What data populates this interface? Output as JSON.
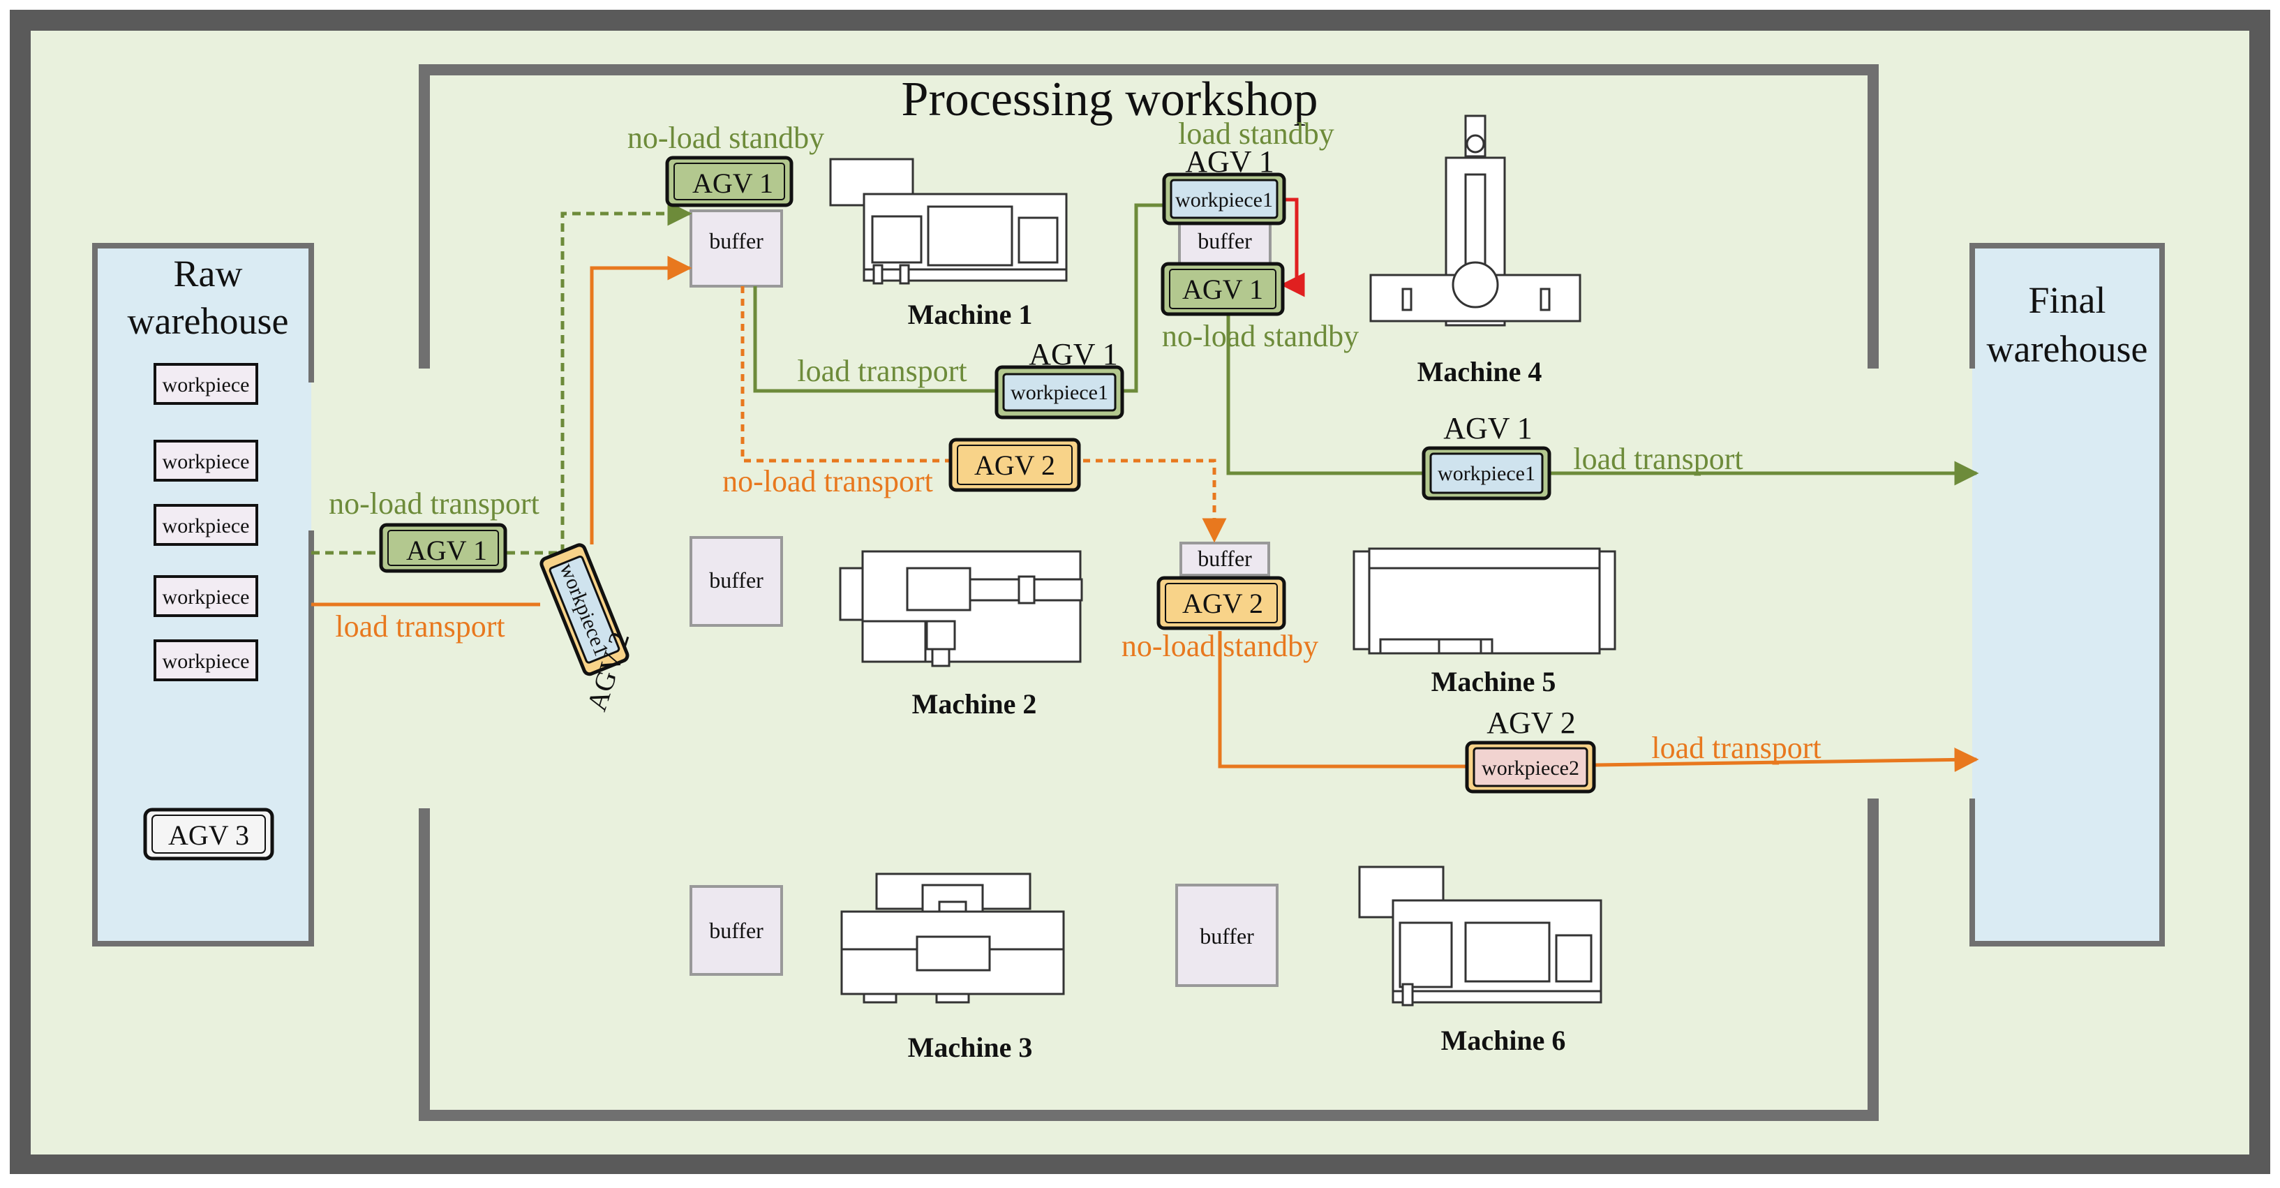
{
  "workshop": {
    "title": "Processing workshop"
  },
  "warehouses": {
    "raw": {
      "line1": "Raw",
      "line2": "warehouse"
    },
    "final": {
      "line1": "Final",
      "line2": "warehouse"
    }
  },
  "raw_workpieces": [
    "workpiece",
    "workpiece",
    "workpiece",
    "workpiece",
    "workpiece"
  ],
  "machines": [
    "Machine 1",
    "Machine 2",
    "Machine 3",
    "Machine 4",
    "Machine 5",
    "Machine 6"
  ],
  "buffers": [
    "buffer",
    "buffer",
    "buffer",
    "buffer",
    "buffer",
    "buffer"
  ],
  "agvs": {
    "agv1_raw": "AGV 1",
    "agv2_raw": "AGV 2",
    "agv3": "AGV 3",
    "agv1_standby": "AGV 1",
    "agv1_mid": "AGV 1",
    "agv2_mid": "AGV 2",
    "agv1_m4_top": "AGV 1",
    "agv1_m4_bottom": "AGV 1",
    "agv2_standby": "AGV 2",
    "agv1_final": "AGV 1",
    "agv2_final": "AGV 2"
  },
  "workpieces": {
    "wp_agv2_raw": "workpiece1",
    "wp_agv1_mid": "workpiece1",
    "wp_agv1_m4": "workpiece1",
    "wp_agv1_final": "workpiece1",
    "wp_agv2_final": "workpiece2"
  },
  "labels": {
    "noload_standby_1": "no-load standby",
    "load_standby_m4": "load standby",
    "noload_standby_m4": "no-load standby",
    "noload_standby_2": "no-load standby",
    "noload_transport_1": "no-load transport",
    "noload_transport_2": "no-load transport",
    "load_transport_raw": "load transport",
    "load_transport_mid": "load transport",
    "load_transport_final1": "load transport",
    "load_transport_final2": "load transport"
  },
  "colors": {
    "background": "#e9f1dd",
    "warehouse_fill": "#daebf3",
    "wall": "#707070",
    "green": "#6d8b3a",
    "orange": "#e8781e",
    "red": "#e02020",
    "agv_green": "#b3c88f",
    "agv_yellow": "#f8d389",
    "agv_white": "#f5f5f5",
    "wp_blue": "#cfe3ee",
    "wp_pink": "#f1d3d0",
    "buffer_fill": "#ede8f0"
  }
}
